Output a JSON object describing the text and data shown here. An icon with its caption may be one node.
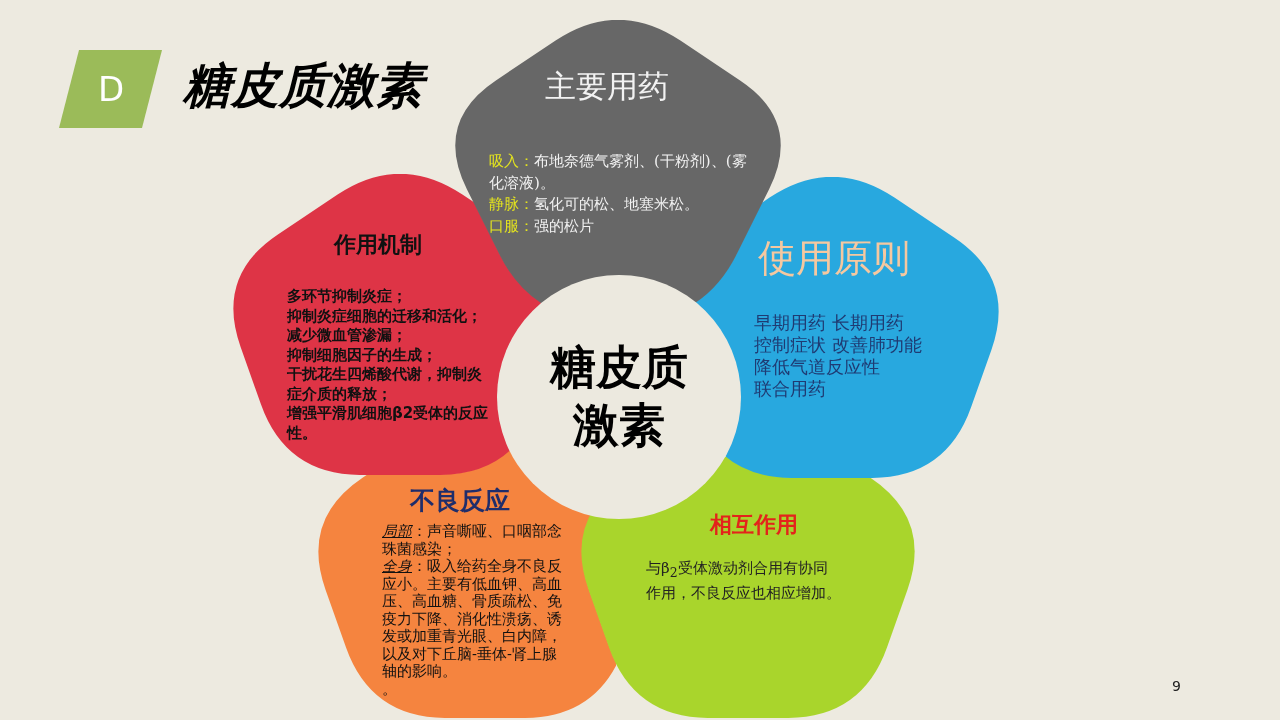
{
  "diagram": {
    "title": "糖皮质激素",
    "nodes": [
      {
        "text": [
          "D"
        ]
      },
      {
        "text": [
          "主要用药",
          "**吸入：**布地奈德气雾剂、(干粉剂)、(雾化溶液)。",
          "**静脉：**氢化可的松、地塞米松。",
          "**口服：**强的松片"
        ]
      },
      {
        "text": [
          "作用机制",
          "多环节抑制炎症；",
          "抑制炎症细胞的迁移和活化；",
          "减少微血管渗漏；",
          "抑制细胞因子的生成；",
          "干扰花生四烯酸代谢，抑制炎症介质的释放；",
          "增强平滑肌细胞β2受体的反应性。"
        ]
      },
      {
        "text": [
          "使用原则",
          "早期用药 长期用药",
          "控制症状 改善肺功能",
          "降低气道反应性",
          "联合用药"
        ]
      },
      {
        "text": [
          "糖皮质激素"
        ]
      },
      {
        "text": [
          "不良反应",
          "*局部*：声音嘶哑、口咽部念珠菌感染；",
          "*全身*：吸入给药全身不良反应小。主要有低血钾、高血压、高血糖、骨质疏松、免疫力下降、消化性溃疡、诱发或加重青光眼、白内障，以及对下丘脑-垂体-肾上腺轴的影响。",
          "。"
        ]
      },
      {
        "text": [
          "相互作用",
          "与β$_{2}$受体激动剂合用有协同作用，不良反应也相应增加。"
        ]
      }
    ],
    "labels": [
      "9"
    ]
  }
}
